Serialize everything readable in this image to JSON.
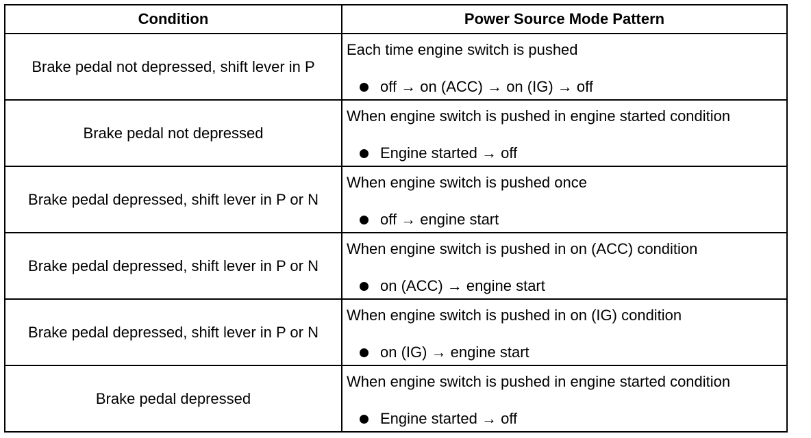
{
  "table": {
    "headers": {
      "condition": "Condition",
      "pattern": "Power Source Mode Pattern"
    },
    "rows": [
      {
        "condition": "Brake pedal not depressed, shift lever in P",
        "pattern_heading": "Each time engine switch is pushed",
        "pattern_bullet": "off → on (ACC) → on (IG) → off"
      },
      {
        "condition": "Brake pedal not depressed",
        "pattern_heading": "When engine switch is pushed in engine started condition",
        "pattern_bullet": "Engine started → off"
      },
      {
        "condition": "Brake pedal depressed, shift lever in P or N",
        "pattern_heading": "When engine switch is pushed once",
        "pattern_bullet": "off → engine start"
      },
      {
        "condition": "Brake pedal depressed, shift lever in P or N",
        "pattern_heading": "When engine switch is pushed in on (ACC) condition",
        "pattern_bullet": "on (ACC) → engine start"
      },
      {
        "condition": "Brake pedal depressed, shift lever in P or N",
        "pattern_heading": "When engine switch is pushed in on (IG) condition",
        "pattern_bullet": "on (IG) → engine start"
      },
      {
        "condition": "Brake pedal depressed",
        "pattern_heading": "When engine switch is pushed in engine started condition",
        "pattern_bullet": "Engine started → off"
      }
    ]
  }
}
